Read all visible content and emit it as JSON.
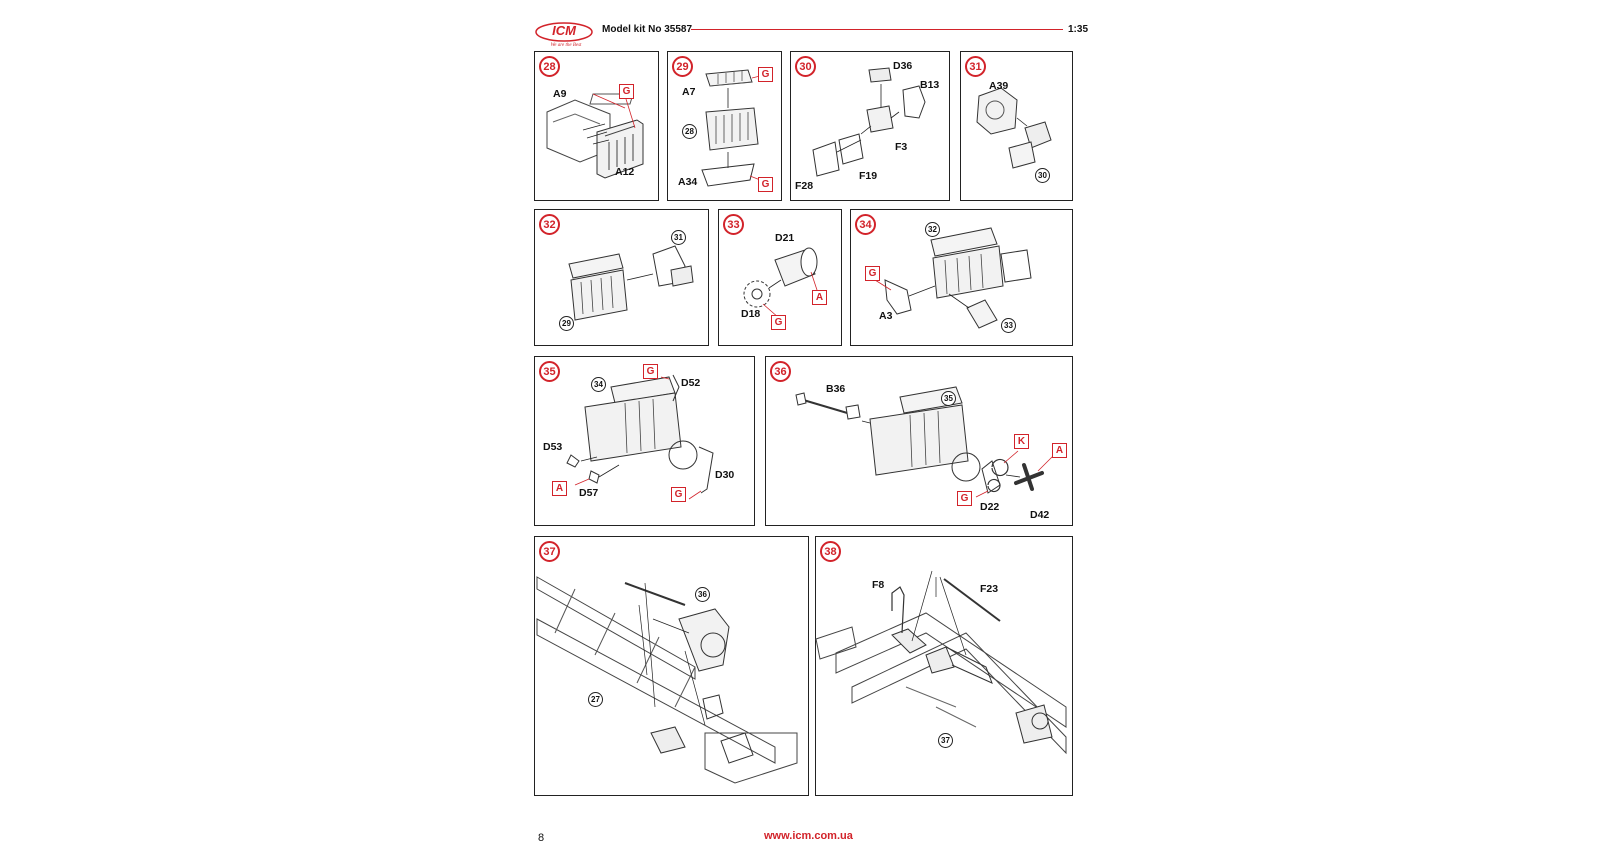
{
  "header": {
    "brand": "ICM",
    "tagline": "We are the Best",
    "kit_label": "Model kit No 35587",
    "scale": "1:35",
    "accent_color": "#d2232a"
  },
  "steps": [
    {
      "number": "28",
      "labels": [
        "A9",
        "A12"
      ],
      "color_codes": [
        "G"
      ],
      "refs": []
    },
    {
      "number": "29",
      "labels": [
        "A7",
        "A34"
      ],
      "color_codes": [
        "G",
        "G"
      ],
      "refs": [
        "28"
      ]
    },
    {
      "number": "30",
      "labels": [
        "D36",
        "B13",
        "F3",
        "F28",
        "F19"
      ],
      "color_codes": [],
      "refs": []
    },
    {
      "number": "31",
      "labels": [
        "A39"
      ],
      "color_codes": [],
      "refs": [
        "30"
      ]
    },
    {
      "number": "32",
      "labels": [],
      "color_codes": [],
      "refs": [
        "31",
        "29"
      ]
    },
    {
      "number": "33",
      "labels": [
        "D21",
        "D18"
      ],
      "color_codes": [
        "A",
        "G"
      ],
      "refs": []
    },
    {
      "number": "34",
      "labels": [
        "A3"
      ],
      "color_codes": [
        "G"
      ],
      "refs": [
        "32",
        "33"
      ]
    },
    {
      "number": "35",
      "labels": [
        "D52",
        "D53",
        "D57",
        "D30"
      ],
      "color_codes": [
        "G",
        "A",
        "G"
      ],
      "refs": [
        "34"
      ]
    },
    {
      "number": "36",
      "labels": [
        "B36",
        "D22",
        "D42"
      ],
      "color_codes": [
        "K",
        "A",
        "G"
      ],
      "refs": [
        "35"
      ]
    },
    {
      "number": "37",
      "labels": [],
      "color_codes": [],
      "refs": [
        "36",
        "27"
      ]
    },
    {
      "number": "38",
      "labels": [
        "F8",
        "F23"
      ],
      "color_codes": [],
      "refs": [
        "37"
      ]
    }
  ],
  "footer": {
    "page_number": "8",
    "url": "www.icm.com.ua"
  }
}
